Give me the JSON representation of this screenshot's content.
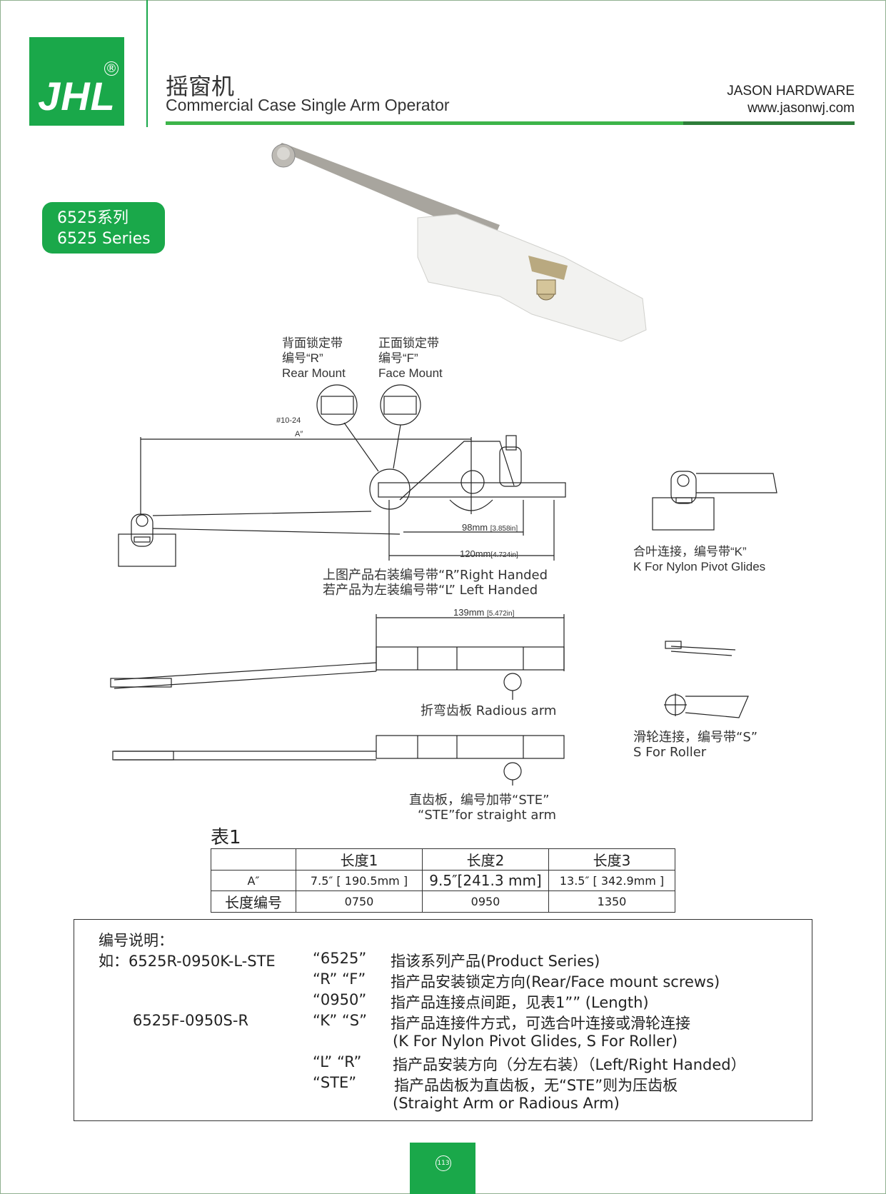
{
  "header": {
    "logo_text": "JHL",
    "logo_mark": "®",
    "title_zh": "摇窗机",
    "title_en": "Commercial Case Single Arm Operator",
    "brand_name": "JASON HARDWARE",
    "brand_url": "www.jasonwj.com"
  },
  "series": {
    "zh": "6525系列",
    "en": "6525 Series"
  },
  "diagram": {
    "rear_mount": [
      "背面锁定带",
      "编号“R”",
      "Rear Mount"
    ],
    "face_mount": [
      "正面锁定带",
      "编号“F”",
      "Face Mount"
    ],
    "screw": "#10-24",
    "dim_a": "A″",
    "dim_98": "98mm",
    "dim_98_in": "[3.858in]",
    "dim_120": "120mm",
    "dim_120_in": "[4.724in]",
    "dim_139": "139mm",
    "dim_139_in": "[5.472in]",
    "handed_r": "上图产品右装编号带“R”Right Handed",
    "handed_l": "若产品为左装编号带“L” Left Handed",
    "k_zh": "合叶连接，编号带“K”",
    "k_en": "K For Nylon Pivot Glides",
    "radious": "折弯齿板   Radious arm",
    "s_zh": "滑轮连接，编号带“S”",
    "s_en": "S For Roller",
    "ste_zh": "直齿板，编号加带“STE”",
    "ste_en": "“STE”for straight arm"
  },
  "table1": {
    "title": "表1",
    "headers": [
      "",
      "长度1",
      "长度2",
      "长度3"
    ],
    "row_a": [
      "A″",
      "7.5″  [ 190.5mm ]",
      "9.5″[241.3 mm]",
      "13.5″  [ 342.9mm ]"
    ],
    "row_code": [
      "长度编号",
      "0750",
      "0950",
      "1350"
    ]
  },
  "explain": {
    "title": "编号说明：",
    "example1": "如：6525R-0950K-L-STE",
    "example2": "6525F-0950S-R",
    "codes": [
      "“6525”",
      "“R”  “F”",
      "“0950”",
      "“K”  “S”",
      "",
      "“L”  “R”",
      "“STE”",
      ""
    ],
    "descs": [
      "指该系列产品(Product Series)",
      "指产品安装锁定方向(Rear/Face mount screws)",
      "指产品连接点间距，见表1”” (Length)",
      "指产品连接件方式，可选合叶连接或滑轮连接",
      "(K For Nylon Pivot Glides, S For Roller)",
      "指产品安装方向（分左右装）（Left/Right Handed）",
      "指产品齿板为直齿板，无“STE”则为压齿板",
      "(Straight Arm or Radious Arm)"
    ]
  },
  "footer": {
    "page": "113"
  },
  "colors": {
    "brand_green": "#1aa84a",
    "dark_green": "#2e7d3a"
  }
}
